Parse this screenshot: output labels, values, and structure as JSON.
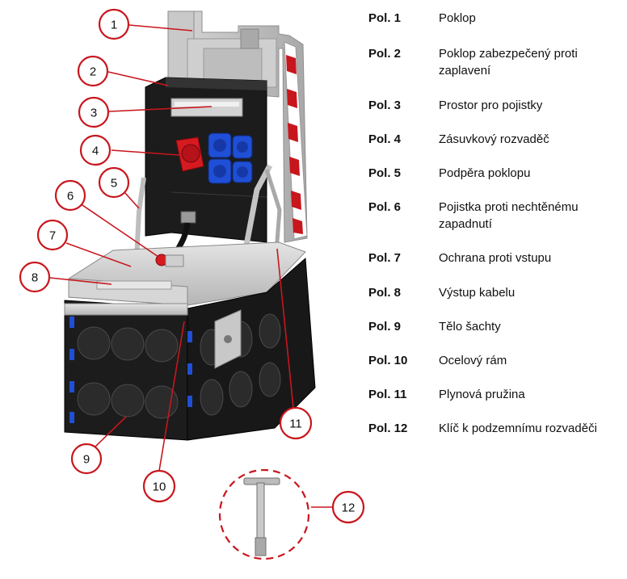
{
  "colors": {
    "callout": "#c8161d",
    "body": "#1c1c1c",
    "socket_blue": "#1f4fd6",
    "socket_red": "#d71920",
    "steel": "#b9b9b9"
  },
  "callouts": [
    "1",
    "2",
    "3",
    "4",
    "5",
    "6",
    "7",
    "8",
    "9",
    "10",
    "11",
    "12"
  ],
  "legend": [
    {
      "pos": "Pol. 1",
      "desc": "Poklop"
    },
    {
      "pos": "Pol. 2",
      "desc": "Poklop zabezpečený proti zaplavení"
    },
    {
      "pos": "Pol. 3",
      "desc": "Prostor pro pojistky"
    },
    {
      "pos": "Pol. 4",
      "desc": "Zásuvkový rozvaděč"
    },
    {
      "pos": "Pol. 5",
      "desc": "Podpěra poklopu"
    },
    {
      "pos": "Pol. 6",
      "desc": "Pojistka proti nechtěnému zapadnutí"
    },
    {
      "pos": "Pol. 7",
      "desc": "Ochrana proti vstupu"
    },
    {
      "pos": "Pol. 8",
      "desc": "Výstup kabelu"
    },
    {
      "pos": "Pol. 9",
      "desc": "Tělo šachty"
    },
    {
      "pos": "Pol. 10",
      "desc": "Ocelový rám"
    },
    {
      "pos": "Pol. 11",
      "desc": "Plynová pružina"
    },
    {
      "pos": "Pol. 12",
      "desc": "Klíč k podzemnímu rozvaděči"
    }
  ]
}
